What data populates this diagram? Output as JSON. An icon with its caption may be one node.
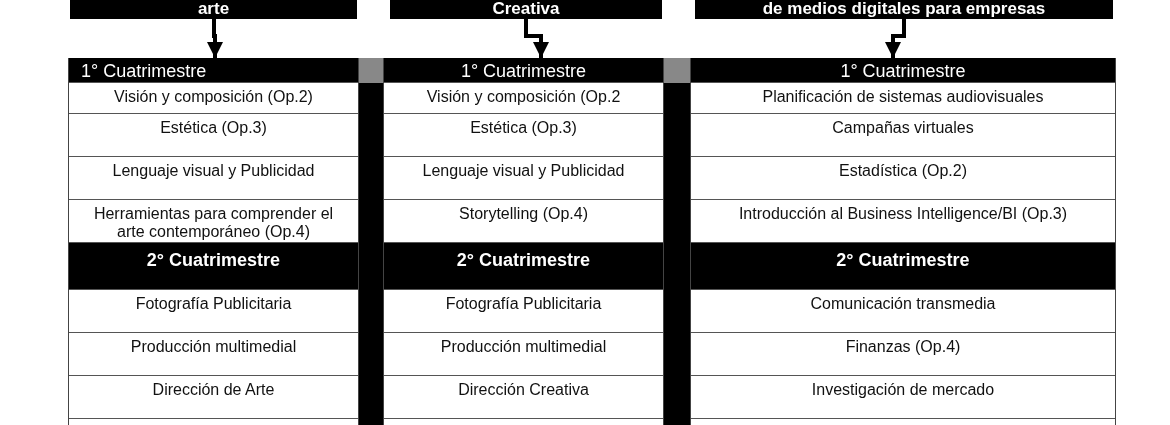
{
  "diagram": {
    "nodes": [
      {
        "text": [
          "arte"
        ]
      },
      {
        "text": [
          "Creativa"
        ]
      },
      {
        "text": [
          "de medios digitales para empresas"
        ]
      },
      {
        "text": [
          "1° Cuatrimestre",
          "Visión y composición (Op.2)",
          "Estética (Op.3)",
          "Lenguaje visual y Publicidad",
          "Herramientas para comprender el arte contemporáneo (Op.4)",
          "2° Cuatrimestre",
          "Fotografía Publicitaria",
          "Producción multimedial",
          "Dirección de Arte"
        ]
      },
      {
        "text": [
          "1° Cuatrimestre",
          "Visión y composición (Op.2",
          "Estética (Op.3)",
          "Lenguaje visual y Publicidad",
          "Storytelling (Op.4)",
          "2° Cuatrimestre",
          "Fotografía Publicitaria",
          "Producción multimedial",
          "Dirección Creativa"
        ]
      },
      {
        "text": [
          "1° Cuatrimestre",
          "Planificación de sistemas audiovisuales",
          "Campañas virtuales",
          "Estadística (Op.2)",
          "Introducción al Business Intelligence/BI (Op.3)",
          "2° Cuatrimestre",
          "Comunicación transmedia",
          "Finanzas (Op.4)",
          "Investigación de mercado"
        ]
      }
    ],
    "edges": [
      {
        "from": 0,
        "to": 3,
        "arrow": "to"
      },
      {
        "from": 1,
        "to": 4,
        "arrow": "to"
      },
      {
        "from": 2,
        "to": 5,
        "arrow": "to"
      }
    ]
  }
}
